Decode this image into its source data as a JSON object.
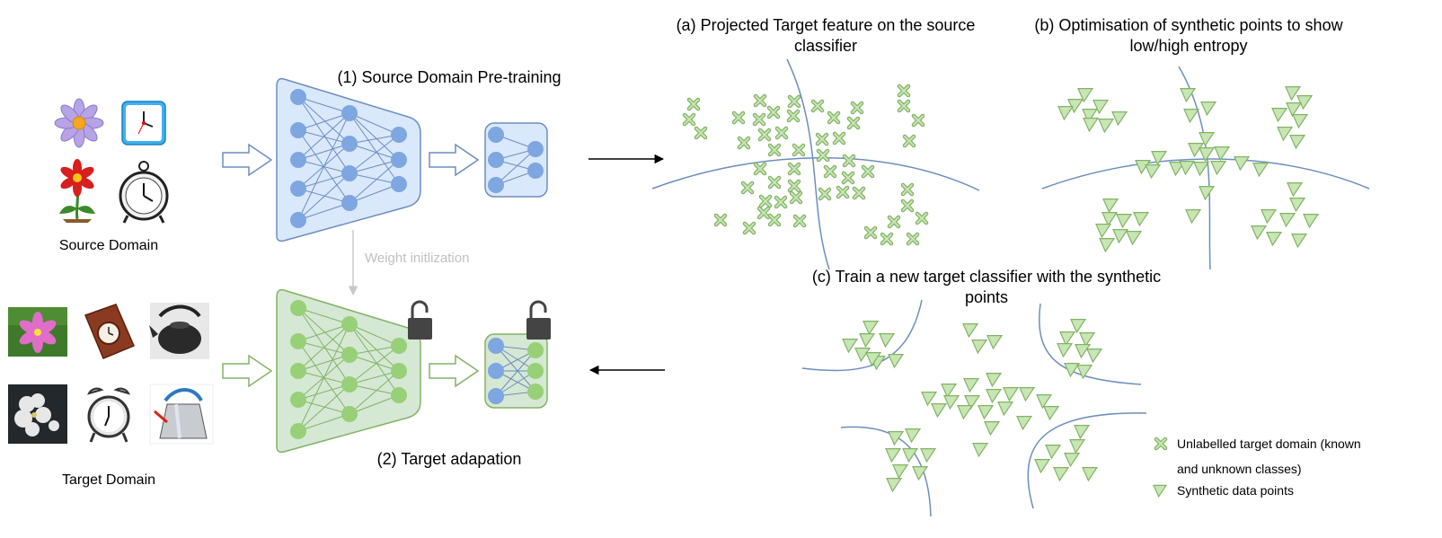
{
  "source": {
    "label": "Source Domain",
    "images": [
      "flower-icon",
      "clock-icon",
      "red-flower-icon",
      "alarm-clock-icon"
    ]
  },
  "target": {
    "label": "Target Domain",
    "images": [
      "pink-flower-photo",
      "leather-clock-photo",
      "iron-kettle-photo",
      "white-blossom-photo",
      "twin-bell-alarm-clock-photo",
      "steel-kettle-photo"
    ]
  },
  "steps": {
    "pretrain": "(1) Source Domain Pre-training",
    "adapt": "(2) Target adapation",
    "weight_init": "Weight initlization"
  },
  "panels": {
    "a_line1": "(a) Projected Target feature on the source",
    "a_line2": "classifier",
    "b_line1": "(b) Optimisation of synthetic points to show",
    "b_line2": "low/high entropy",
    "c_line1": "(c) Train a new target classifier with the synthetic",
    "c_line2": "points"
  },
  "legend": {
    "cross_line1": "Unlabelled target domain (known",
    "cross_line2": "and unknown classes)",
    "triangle": "Synthetic data points"
  },
  "colors": {
    "blue_fill": "#dae8fc",
    "blue_stroke": "#6c8ebf",
    "node_blue": "#7ea6e0",
    "green_fill": "#d5e8d4",
    "green_stroke": "#82b366",
    "node_green": "#97d077",
    "marker_fill": "#c8e6b4",
    "marker_stroke": "#82b366",
    "curve": "#6c8ebf",
    "faint_text": "#c0c0c0"
  }
}
